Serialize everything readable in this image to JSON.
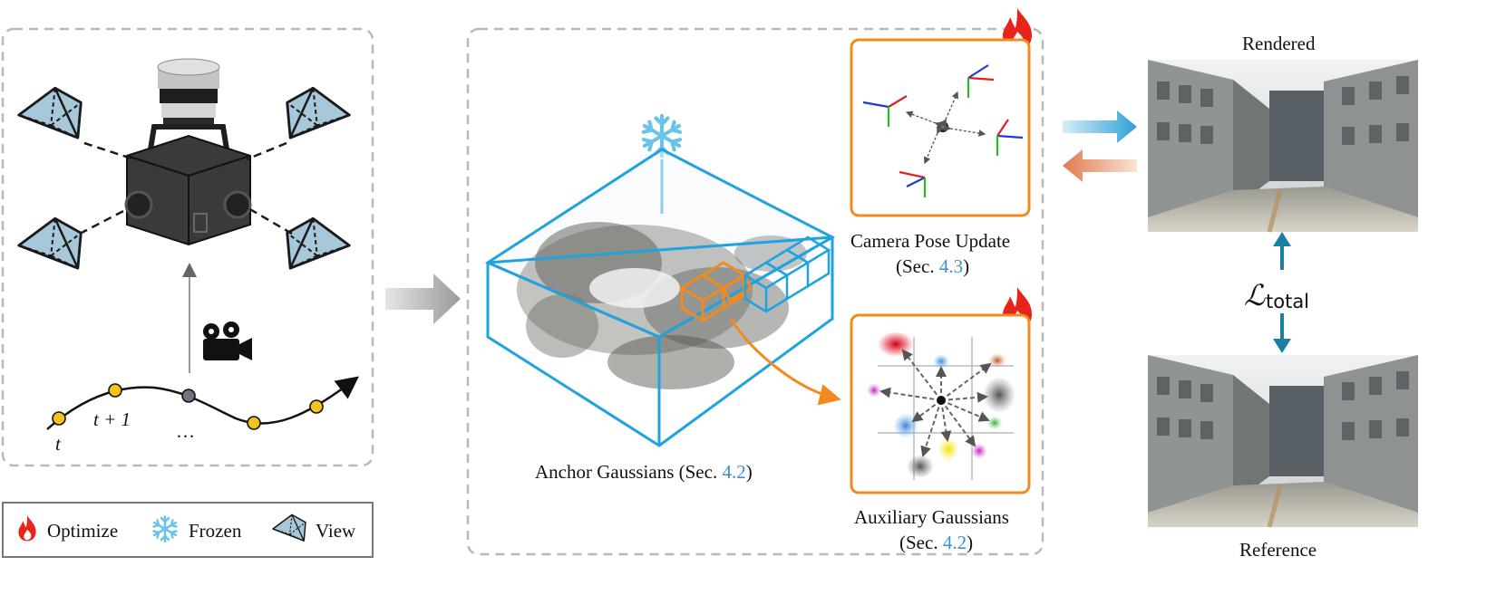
{
  "legend": {
    "optimize_label": "Optimize",
    "frozen_label": "Frozen",
    "view_label": "View",
    "icons": [
      "flame-icon",
      "snowflake-icon",
      "camera-view-icon"
    ]
  },
  "trajectory": {
    "t_label": "t",
    "t1_label": "t + 1",
    "ellipsis": "…"
  },
  "anchor": {
    "label": "Anchor Gaussians (Sec. ",
    "ref": "4.2",
    "close": ")"
  },
  "pose": {
    "line1": "Camera Pose Update",
    "line2_pre": "(Sec. ",
    "ref": "4.3",
    "close": ")"
  },
  "auxiliary": {
    "line1": "Auxiliary Gaussians",
    "line2_pre": "(Sec. ",
    "ref": "4.2",
    "close": ")"
  },
  "images": {
    "rendered_label": "Rendered",
    "reference_label": "Reference"
  },
  "loss": {
    "symbol": "ℒ",
    "subscript": "total"
  },
  "colors": {
    "dash_border": "#b9b9b9",
    "box_orange": "#f28a1f",
    "cube_blue": "#1fa3e0",
    "ref_blue": "#3d8fd1",
    "flame_red": "#e8231a",
    "loss_teal": "#1b7fa5"
  }
}
